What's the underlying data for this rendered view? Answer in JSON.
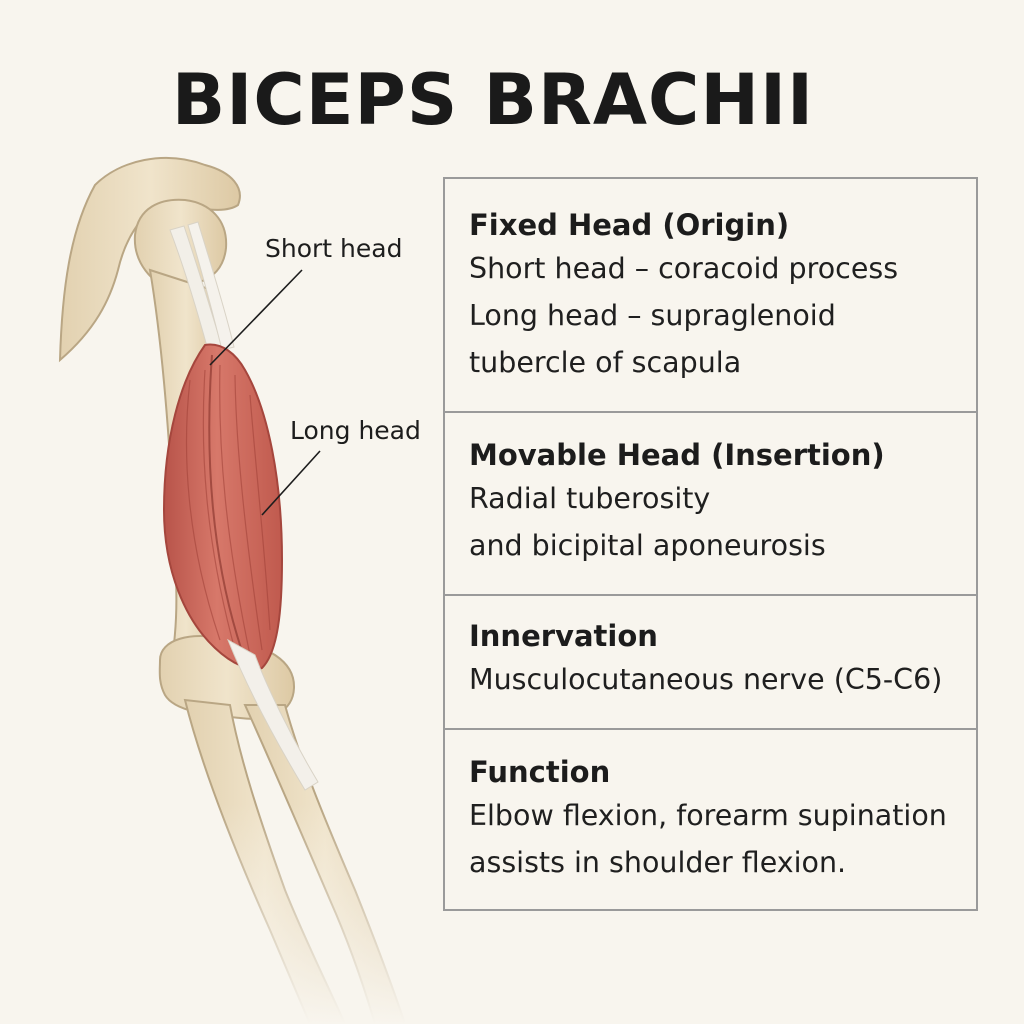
{
  "title": "BICEPS BRACHII",
  "labels": {
    "short_head": "Short head",
    "long_head": "Long head"
  },
  "sections": [
    {
      "heading": "Fixed Head (Origin)",
      "lines": [
        "Short head – coracoid process",
        "Long head – supraglenoid",
        "tubercle of scapula"
      ]
    },
    {
      "heading": "Movable Head (Insertion)",
      "lines": [
        "Radial tuberosity",
        "and bicipital aponeurosis"
      ]
    },
    {
      "heading": "Innervation",
      "lines": [
        "Musculocutaneous nerve (C5-C6)"
      ]
    },
    {
      "heading": "Function",
      "lines": [
        "Elbow flexion, forearm supination",
        "assists in shoulder flexion."
      ]
    }
  ],
  "colors": {
    "background": "#f8f5ee",
    "bone": "#eadcc0",
    "bone_outline": "#b9a684",
    "muscle": "#c9675a",
    "tendon": "#f3f0ea",
    "border": "#9a9a9a"
  }
}
